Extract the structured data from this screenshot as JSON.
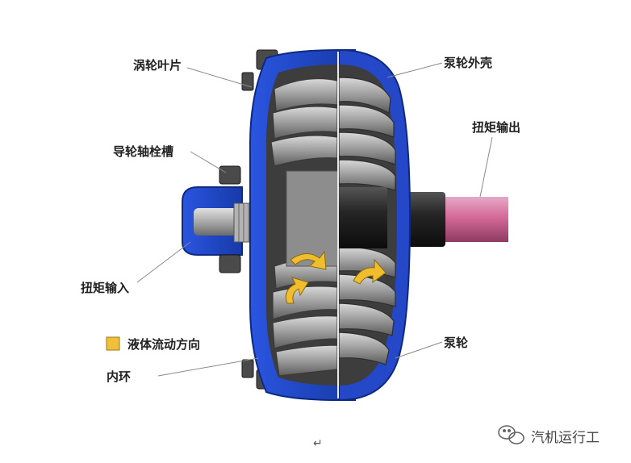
{
  "labels": {
    "turbine_blade": "涡轮叶片",
    "pump_shell": "泵轮外壳",
    "torque_output": "扭矩输出",
    "stator_shaft_spline": "导轮轴栓槽",
    "torque_input": "扭矩输入",
    "fluid_direction": "液体流动方向",
    "pump_wheel": "泵轮",
    "inner_ring": "内环"
  },
  "return_mark": "↵",
  "watermark": {
    "text": "汽机运行工"
  },
  "colors": {
    "housing_blue": "#1f45c8",
    "housing_dark": "#12318f",
    "blade_gray": "#9a9a9a",
    "shaft_pink": "#d46a98",
    "arrow_yellow": "#f0be2c",
    "legend_fill": "#f0c03a"
  }
}
